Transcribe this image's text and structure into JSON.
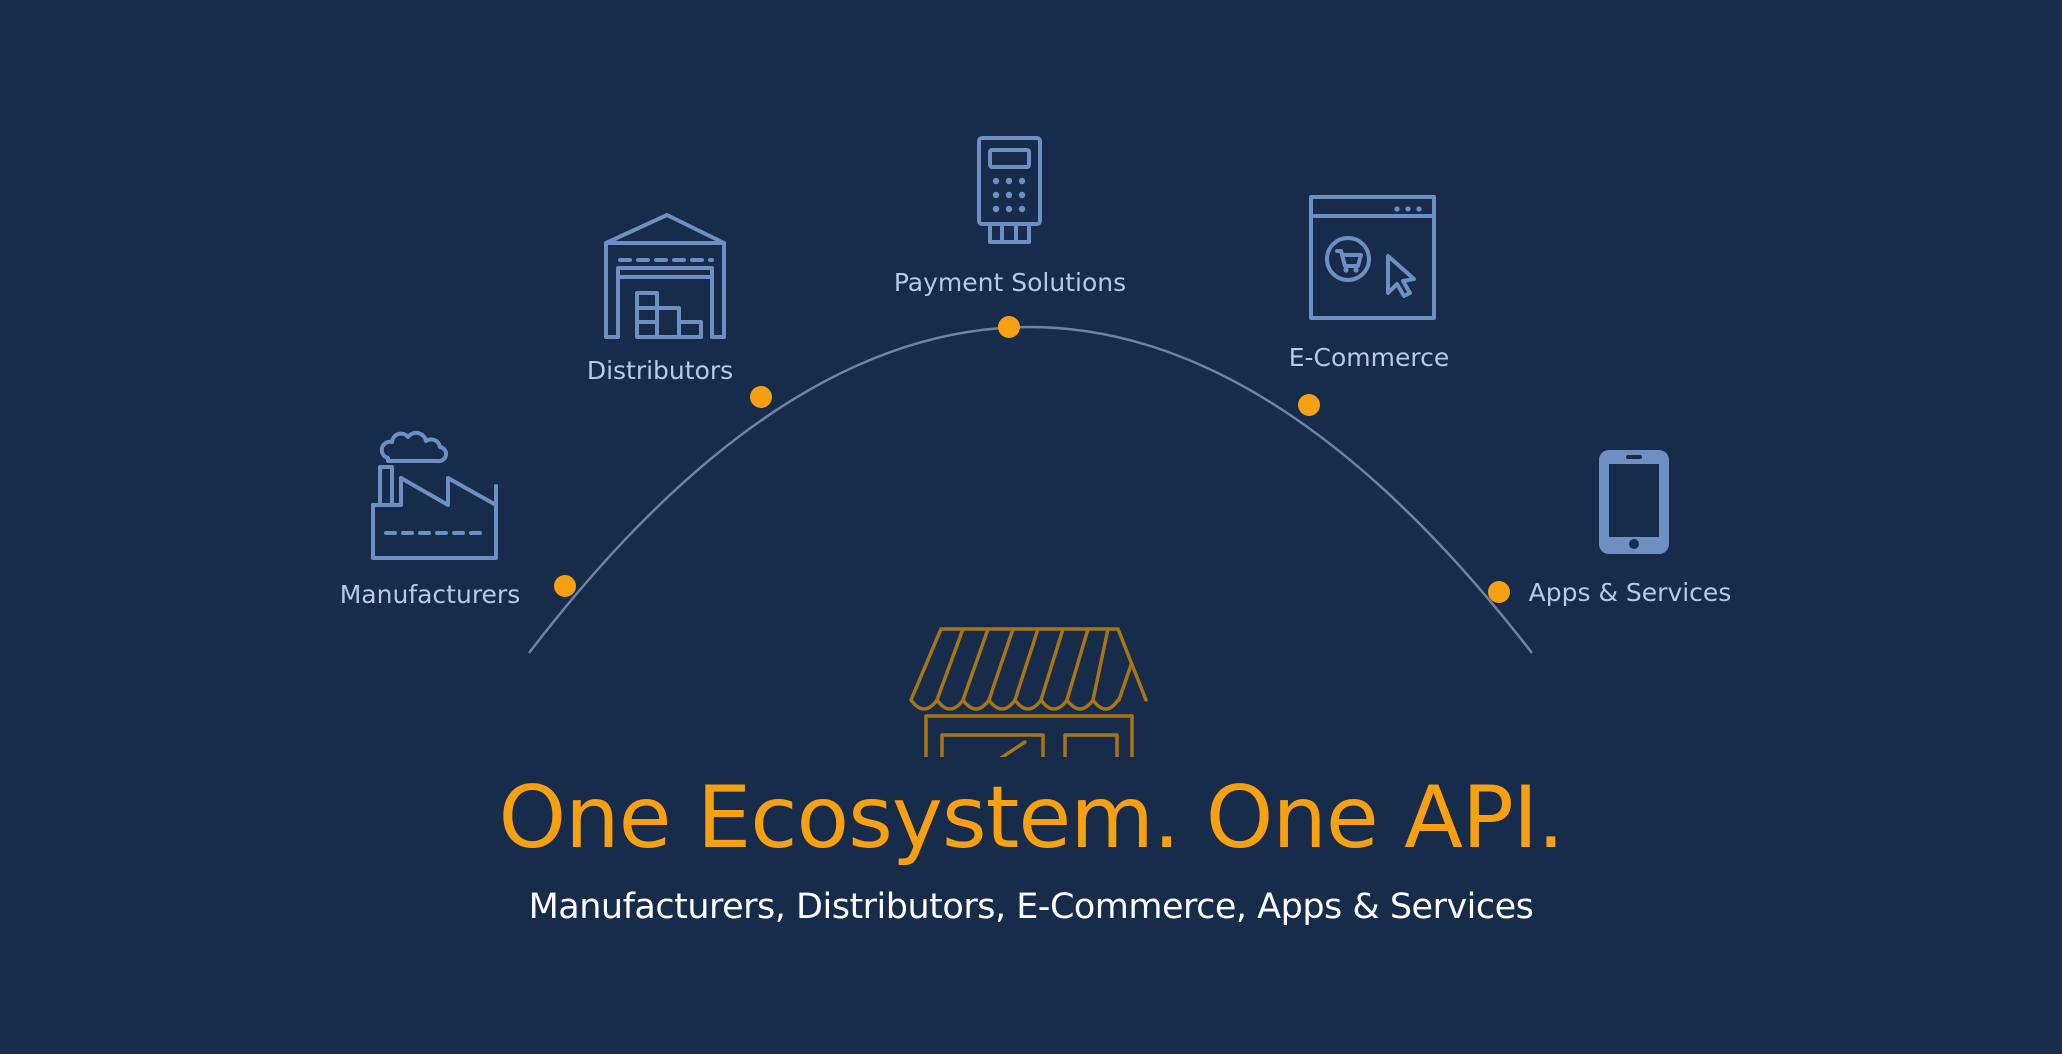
{
  "headline": "One Ecosystem. One API.",
  "subline": "Manufacturers, Distributors, E-Commerce, Apps & Services",
  "colors": {
    "background": "#172b4a",
    "accent": "#f7a012",
    "icon_stroke": "#6d8fc4",
    "label": "#b8c9e6",
    "arc": "#6f84a3"
  },
  "nodes": [
    {
      "id": "manufacturers",
      "label": "Manufacturers",
      "icon": "factory-icon"
    },
    {
      "id": "distributors",
      "label": "Distributors",
      "icon": "warehouse-icon"
    },
    {
      "id": "payment",
      "label": "Payment Solutions",
      "icon": "payment-terminal-icon"
    },
    {
      "id": "ecommerce",
      "label": "E-Commerce",
      "icon": "browser-cart-icon"
    },
    {
      "id": "apps",
      "label": "Apps & Services",
      "icon": "smartphone-icon"
    }
  ],
  "center_icon": "storefront-icon"
}
